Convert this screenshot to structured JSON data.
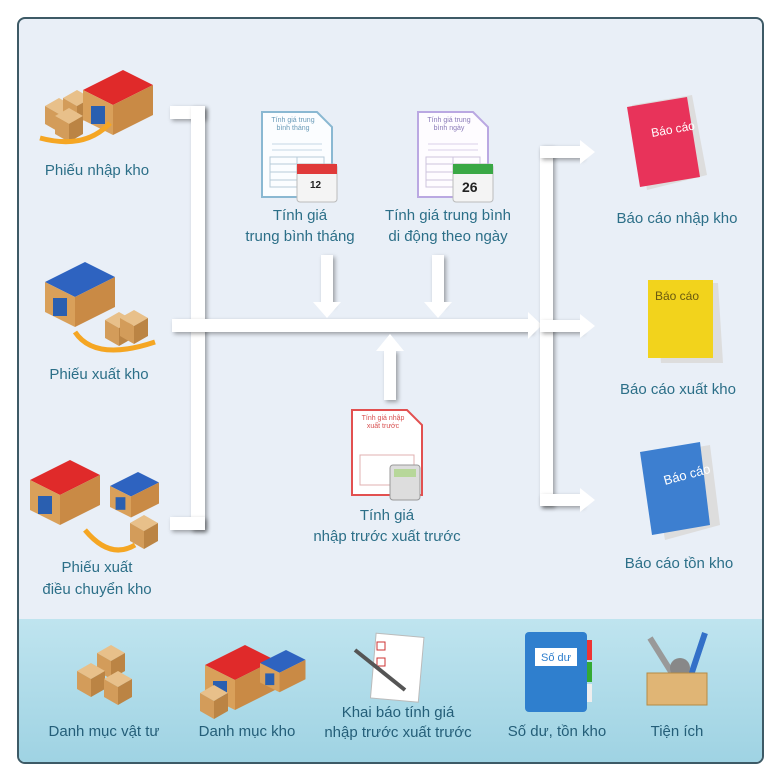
{
  "inputs": [
    {
      "label": "Phiếu nhập kho",
      "icon": "warehouse-import-icon"
    },
    {
      "label": "Phiếu xuất kho",
      "icon": "warehouse-export-icon"
    },
    {
      "label_line1": "Phiếu xuất",
      "label_line2": "điều chuyển  kho",
      "icon": "warehouse-transfer-icon"
    }
  ],
  "methods": [
    {
      "line1": "Tính giá",
      "line2": "trung bình tháng",
      "doc_title": "Tính giá trung bình tháng",
      "calendar_day": "12",
      "icon": "document-calendar-icon"
    },
    {
      "line1": "Tính giá trung bình",
      "line2": "di động theo ngày",
      "doc_title": "Tính giá trung bình ngày",
      "calendar_day": "26",
      "icon": "document-calendar-icon"
    },
    {
      "line1": "Tính giá",
      "line2": "nhập trước xuất trước",
      "doc_title": "Tính giá nhập xuất trước",
      "icon": "document-calculator-icon"
    }
  ],
  "reports": [
    {
      "label": "Báo cáo nhập kho",
      "cover": "Báo cáo",
      "color": "#e8335a"
    },
    {
      "label": "Báo cáo xuất kho",
      "cover": "Báo cáo",
      "color": "#f2d31c"
    },
    {
      "label": "Báo cáo tồn kho",
      "cover": "Báo cáo",
      "color": "#3d7fd0"
    }
  ],
  "bottom": [
    {
      "label": "Danh mục vật tư",
      "icon": "boxes-icon"
    },
    {
      "label": "Danh mục kho",
      "icon": "warehouses-icon"
    },
    {
      "line1": "Khai báo tính giá",
      "line2": "nhập trước xuất trước",
      "icon": "checklist-pen-icon"
    },
    {
      "label": "Số dư, tồn kho",
      "cover": "Số dư",
      "icon": "ledger-book-icon"
    },
    {
      "label": "Tiện ích",
      "icon": "toolbox-icon"
    }
  ],
  "colors": {
    "text": "#2c6f88",
    "frame_bg": "#e9eff7",
    "band_bg": "#a8d8e6"
  }
}
